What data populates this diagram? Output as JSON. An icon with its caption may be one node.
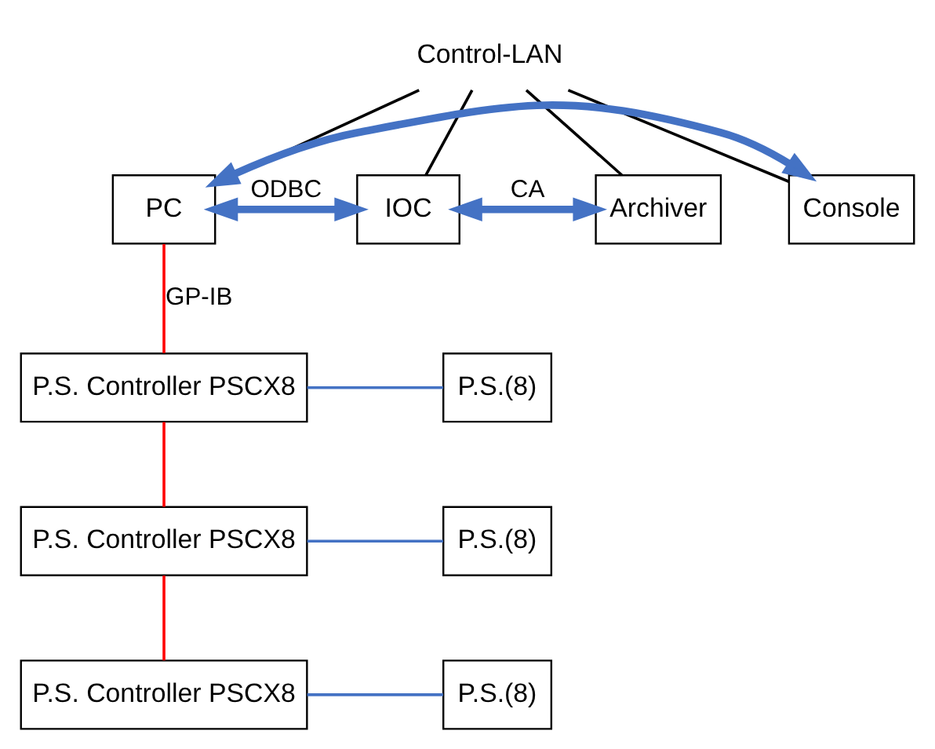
{
  "diagram": {
    "nodes": [
      {
        "text": [
          "Control-LAN"
        ]
      },
      {
        "text": [
          "PC"
        ]
      },
      {
        "text": [
          "IOC"
        ]
      },
      {
        "text": [
          "Archiver"
        ]
      },
      {
        "text": [
          "Console"
        ]
      },
      {
        "text": [
          "P.S. Controller PSCX8"
        ]
      },
      {
        "text": [
          "P.S. Controller PSCX8"
        ]
      },
      {
        "text": [
          "P.S. Controller PSCX8"
        ]
      },
      {
        "text": [
          "P.S.(8)"
        ]
      },
      {
        "text": [
          "P.S.(8)"
        ]
      },
      {
        "text": [
          "P.S.(8)"
        ]
      }
    ],
    "edges": [
      {
        "from": 0,
        "to": 1,
        "arrow": "none",
        "color": "#000000"
      },
      {
        "from": 0,
        "to": 2,
        "arrow": "none",
        "color": "#000000"
      },
      {
        "from": 0,
        "to": 3,
        "arrow": "none",
        "color": "#000000"
      },
      {
        "from": 0,
        "to": 4,
        "arrow": "none",
        "color": "#000000"
      },
      {
        "from": 1,
        "to": 2,
        "arrow": "both",
        "label": "ODBC",
        "style": "thick",
        "color": "#4472c4"
      },
      {
        "from": 2,
        "to": 3,
        "arrow": "both",
        "label": "CA",
        "style": "thick",
        "color": "#4472c4"
      },
      {
        "from": 1,
        "to": 4,
        "arrow": "both",
        "style": "thick",
        "color": "#4472c4"
      },
      {
        "from": 1,
        "to": 5,
        "arrow": "none",
        "label": "GP-IB",
        "color": "#ff0000"
      },
      {
        "from": 5,
        "to": 6,
        "arrow": "none",
        "color": "#ff0000"
      },
      {
        "from": 6,
        "to": 7,
        "arrow": "none",
        "color": "#ff0000"
      },
      {
        "from": 5,
        "to": 8,
        "arrow": "none",
        "color": "#4472c4"
      },
      {
        "from": 6,
        "to": 9,
        "arrow": "none",
        "color": "#4472c4"
      },
      {
        "from": 7,
        "to": 10,
        "arrow": "none",
        "color": "#4472c4"
      }
    ]
  }
}
